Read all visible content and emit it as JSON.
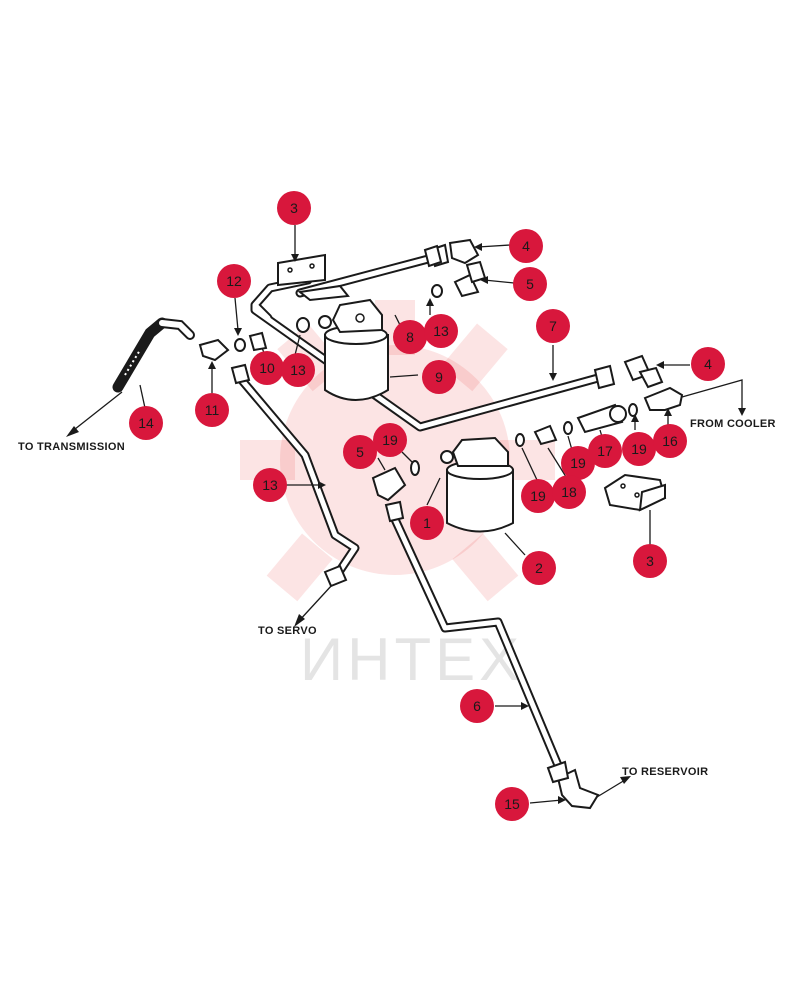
{
  "watermark": {
    "text": "ИНТЕХ"
  },
  "labels": {
    "to_transmission": "TO TRANSMISSION",
    "to_servo": "TO SERVO",
    "to_reservoir": "TO RESERVOIR",
    "from_cooler": "FROM COOLER"
  },
  "callouts": [
    {
      "id": "c-3-top",
      "text": "3"
    },
    {
      "id": "c-4-top",
      "text": "4"
    },
    {
      "id": "c-5-top",
      "text": "5"
    },
    {
      "id": "c-12",
      "text": "12"
    },
    {
      "id": "c-8",
      "text": "8"
    },
    {
      "id": "c-13-a",
      "text": "13"
    },
    {
      "id": "c-7",
      "text": "7"
    },
    {
      "id": "c-10",
      "text": "10"
    },
    {
      "id": "c-13-b",
      "text": "13"
    },
    {
      "id": "c-9",
      "text": "9"
    },
    {
      "id": "c-4-right",
      "text": "4"
    },
    {
      "id": "c-14",
      "text": "14"
    },
    {
      "id": "c-11",
      "text": "11"
    },
    {
      "id": "c-19-a",
      "text": "19"
    },
    {
      "id": "c-5-mid",
      "text": "5"
    },
    {
      "id": "c-17",
      "text": "17"
    },
    {
      "id": "c-19-b",
      "text": "19"
    },
    {
      "id": "c-16",
      "text": "16"
    },
    {
      "id": "c-19-c",
      "text": "19"
    },
    {
      "id": "c-13-c",
      "text": "13"
    },
    {
      "id": "c-19-d",
      "text": "19"
    },
    {
      "id": "c-18",
      "text": "18"
    },
    {
      "id": "c-1",
      "text": "1"
    },
    {
      "id": "c-2",
      "text": "2"
    },
    {
      "id": "c-3-right",
      "text": "3"
    },
    {
      "id": "c-6",
      "text": "6"
    },
    {
      "id": "c-15",
      "text": "15"
    }
  ],
  "colors": {
    "callout": "#d8173c",
    "line": "#1a1a1a",
    "watermark": "#e92b2b"
  }
}
